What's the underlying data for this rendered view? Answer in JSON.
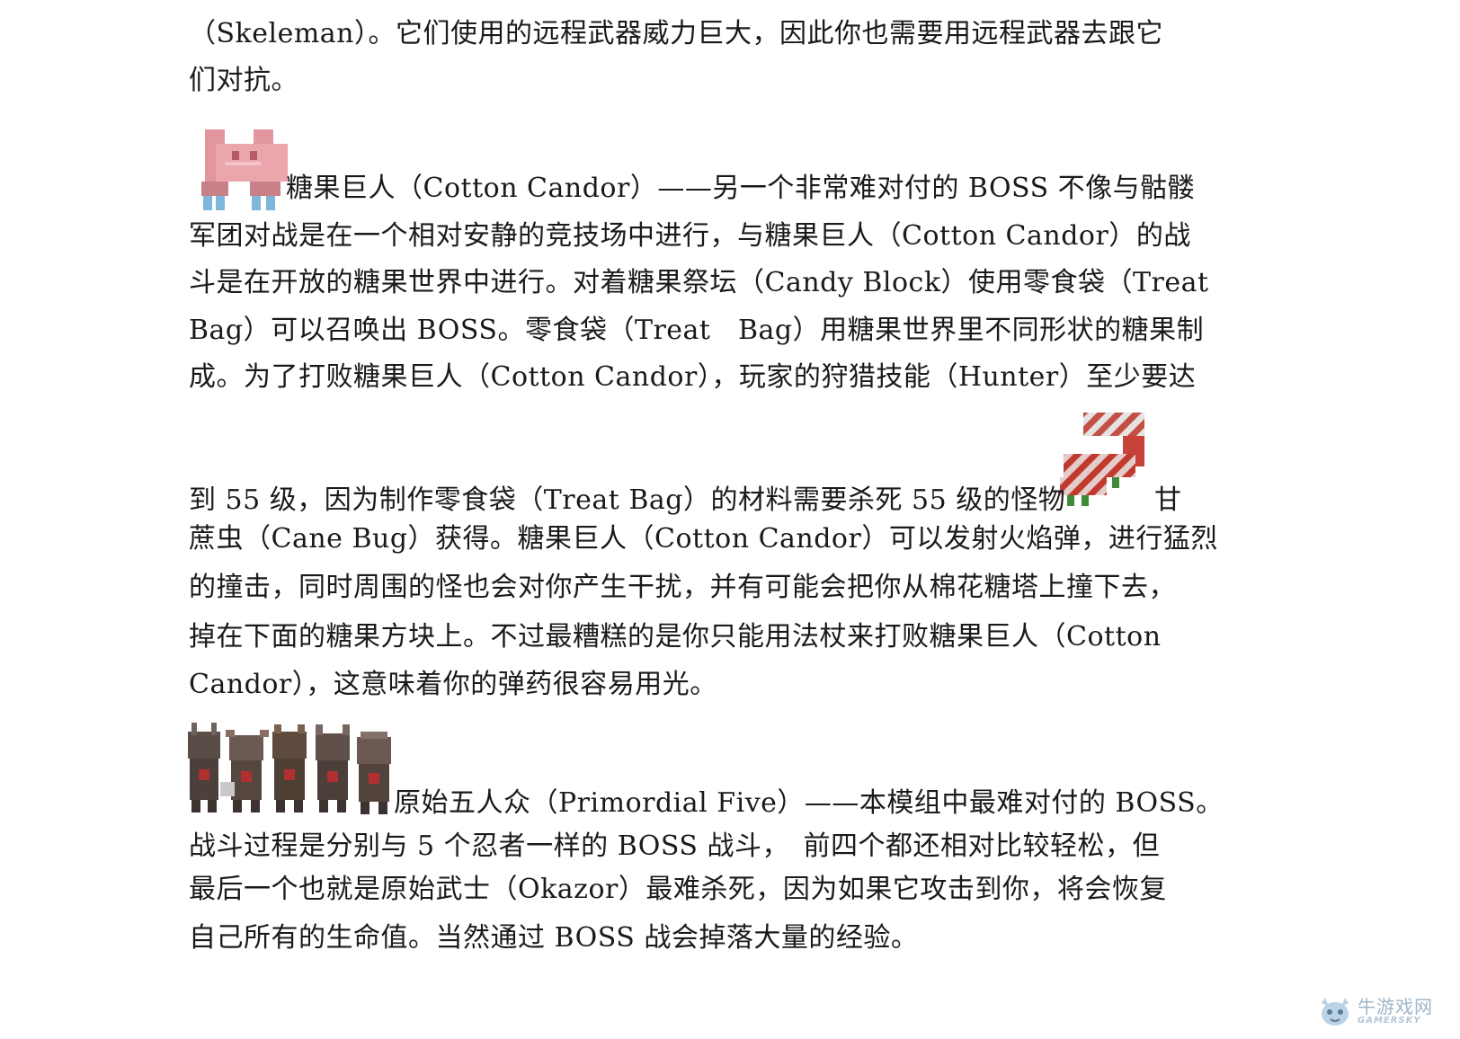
{
  "paragraph_1": {
    "line_1": "（Skeleman）。它们使用的远程武器威力巨大，因此你也需要用远程武器去跟它",
    "line_2": "们对抗。"
  },
  "paragraph_2": {
    "line_1": "糖果巨人（Cotton Candor）——另一个非常难对付的 BOSS 不像与骷髅",
    "line_2": "军团对战是在一个相对安静的竞技场中进行，与糖果巨人（Cotton Candor）的战",
    "line_3": "斗是在开放的糖果世界中进行。对着糖果祭坛（Candy Block）使用零食袋（Treat",
    "line_4": "Bag）可以召唤出 BOSS。零食袋（Treat　Bag）用糖果世界里不同形状的糖果制",
    "line_5": "成。为了打败糖果巨人（Cotton Candor），玩家的狩猎技能（Hunter）至少要达",
    "line_6a": "到 55 级，因为制作零食袋（Treat Bag）的材料需要杀死 55 级的怪物",
    "line_6b": "甘",
    "line_7": "蔗虫（Cane Bug）获得。糖果巨人（Cotton Candor）可以发射火焰弹，进行猛烈",
    "line_8": "的撞击，同时周围的怪也会对你产生干扰，并有可能会把你从棉花糖塔上撞下去，",
    "line_9": "掉在下面的糖果方块上。不过最糟糕的是你只能用法杖来打败糖果巨人（Cotton",
    "line_10": "Candor），这意味着你的弹药很容易用光。"
  },
  "paragraph_3": {
    "line_1": "原始五人众（Primordial Five）——本模组中最难对付的 BOSS。",
    "line_2": "战斗过程是分别与 5 个忍者一样的 BOSS 战斗，　前四个都还相对比较轻松，但",
    "line_3": "最后一个也就是原始武士（Okazor）最难杀死，因为如果它攻击到你，将会恢复",
    "line_4": "自己所有的生命值。当然通过 BOSS 战会掉落大量的经验。"
  },
  "watermark": {
    "name": "牛游戏网",
    "sub": "GAMERSKY"
  },
  "colors": {
    "text": "#1a1a1a",
    "candy_pink": "#e8a0a8",
    "cane_red": "#c0392b",
    "watermark": "#9fb6c9"
  }
}
